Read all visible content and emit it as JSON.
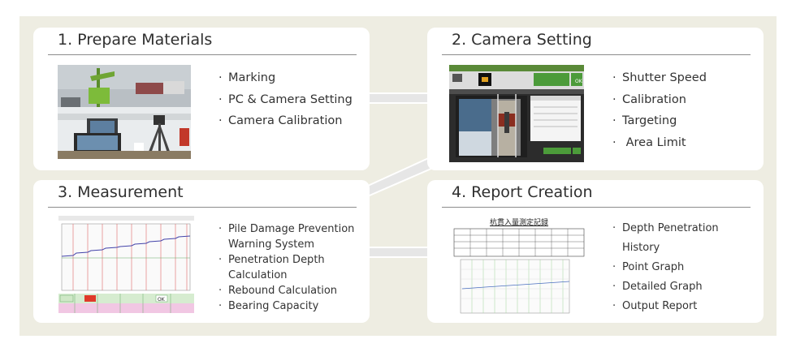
{
  "cards": [
    {
      "title": "1. Prepare Materials",
      "items": [
        "Marking",
        "PC & Camera Setting",
        "Camera Calibration"
      ]
    },
    {
      "title": "2. Camera Setting",
      "items": [
        "Shutter Speed",
        "Calibration",
        "Targeting",
        " Area Limit"
      ]
    },
    {
      "title": "3. Measurement",
      "items": [
        "Pile Damage Prevention Warning System",
        "Penetration Depth Calculation",
        "Rebound Calculation",
        "Bearing Capacity"
      ]
    },
    {
      "title": "4. Report Creation",
      "items": [
        "Depth Penetration History",
        "Point Graph",
        "Detailed Graph",
        "Output Report"
      ]
    }
  ],
  "report_doc": {
    "heading": "杭貫入量測定記録"
  },
  "camera_ui": {
    "ok_label": "OK"
  },
  "measure_ui": {
    "ok_label": "OK"
  },
  "colors": {
    "background": "#eeede2",
    "card": "#ffffff",
    "connector": "#e3e3e3",
    "accent_green": "#4c9b3a"
  }
}
